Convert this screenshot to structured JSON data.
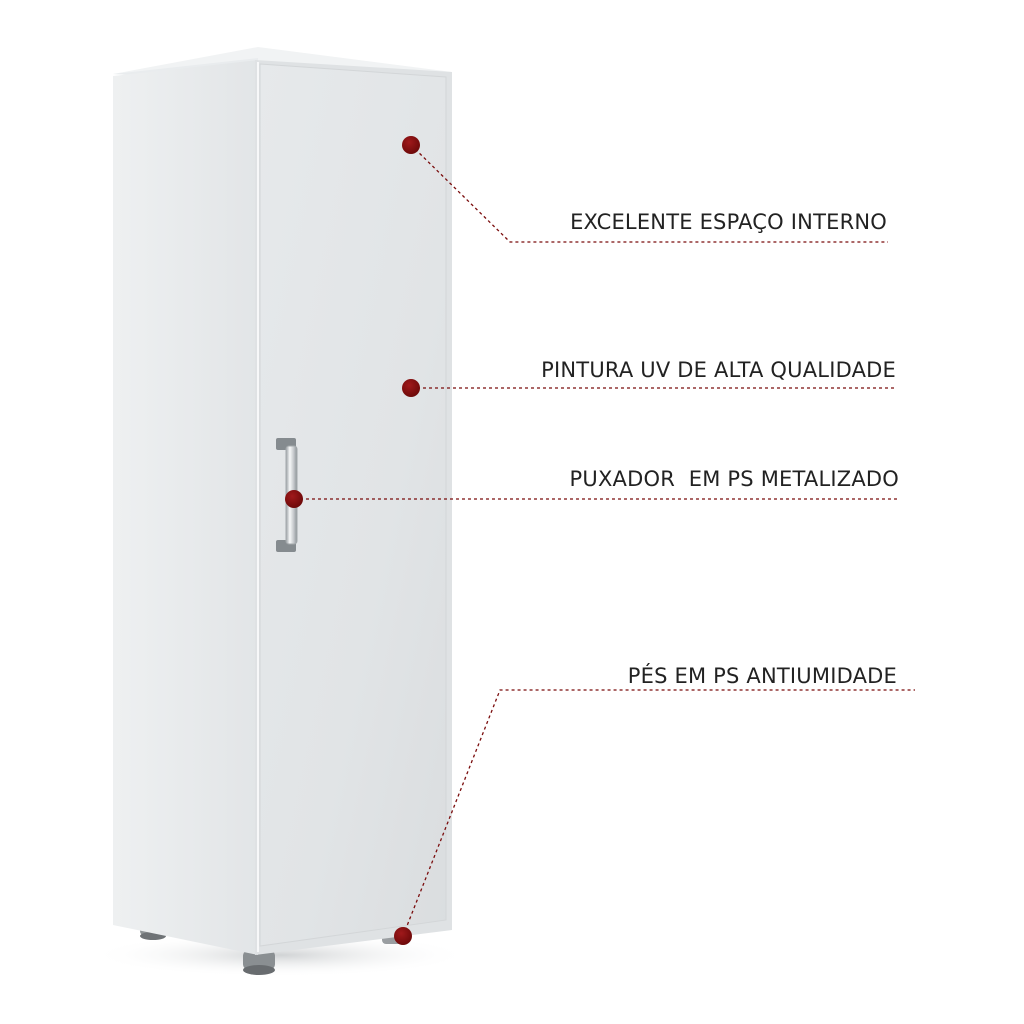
{
  "callouts": [
    {
      "text": "EXCELENTE ESPAÇO INTERNO"
    },
    {
      "text": "PINTURA UV DE ALTA QUALIDADE"
    },
    {
      "text": "PUXADOR  EM PS METALIZADO"
    },
    {
      "text": "PÉS EM PS ANTIUMIDADE"
    }
  ],
  "colors": {
    "background": "#ffffff",
    "marker": "#7a0c0c",
    "leader_line": "#7a0c0c",
    "cabinet_front": "#e3e6e8",
    "cabinet_side": "#e8ebec",
    "label_text": "#222222"
  }
}
